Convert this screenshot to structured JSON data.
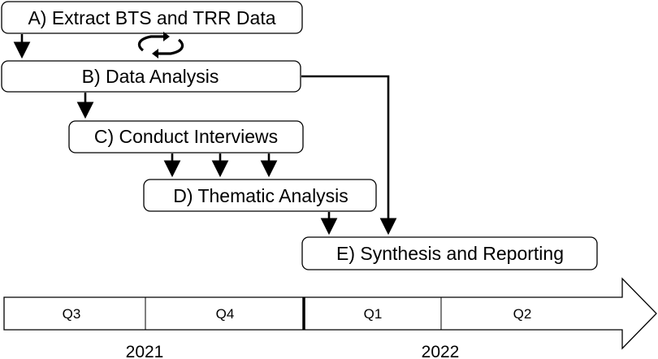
{
  "steps": {
    "a": "A) Extract BTS and TRR Data",
    "b": "B) Data Analysis",
    "c": "C) Conduct Interviews",
    "d": "D) Thematic Analysis",
    "e": "E) Synthesis and Reporting"
  },
  "timeline": {
    "quarters": [
      "Q3",
      "Q4",
      "Q1",
      "Q2"
    ],
    "years": [
      "2021",
      "2022"
    ]
  },
  "icons": {
    "cycle": "cycle-arrows-icon"
  },
  "colors": {
    "stroke": "#000000",
    "fill": "#ffffff"
  }
}
